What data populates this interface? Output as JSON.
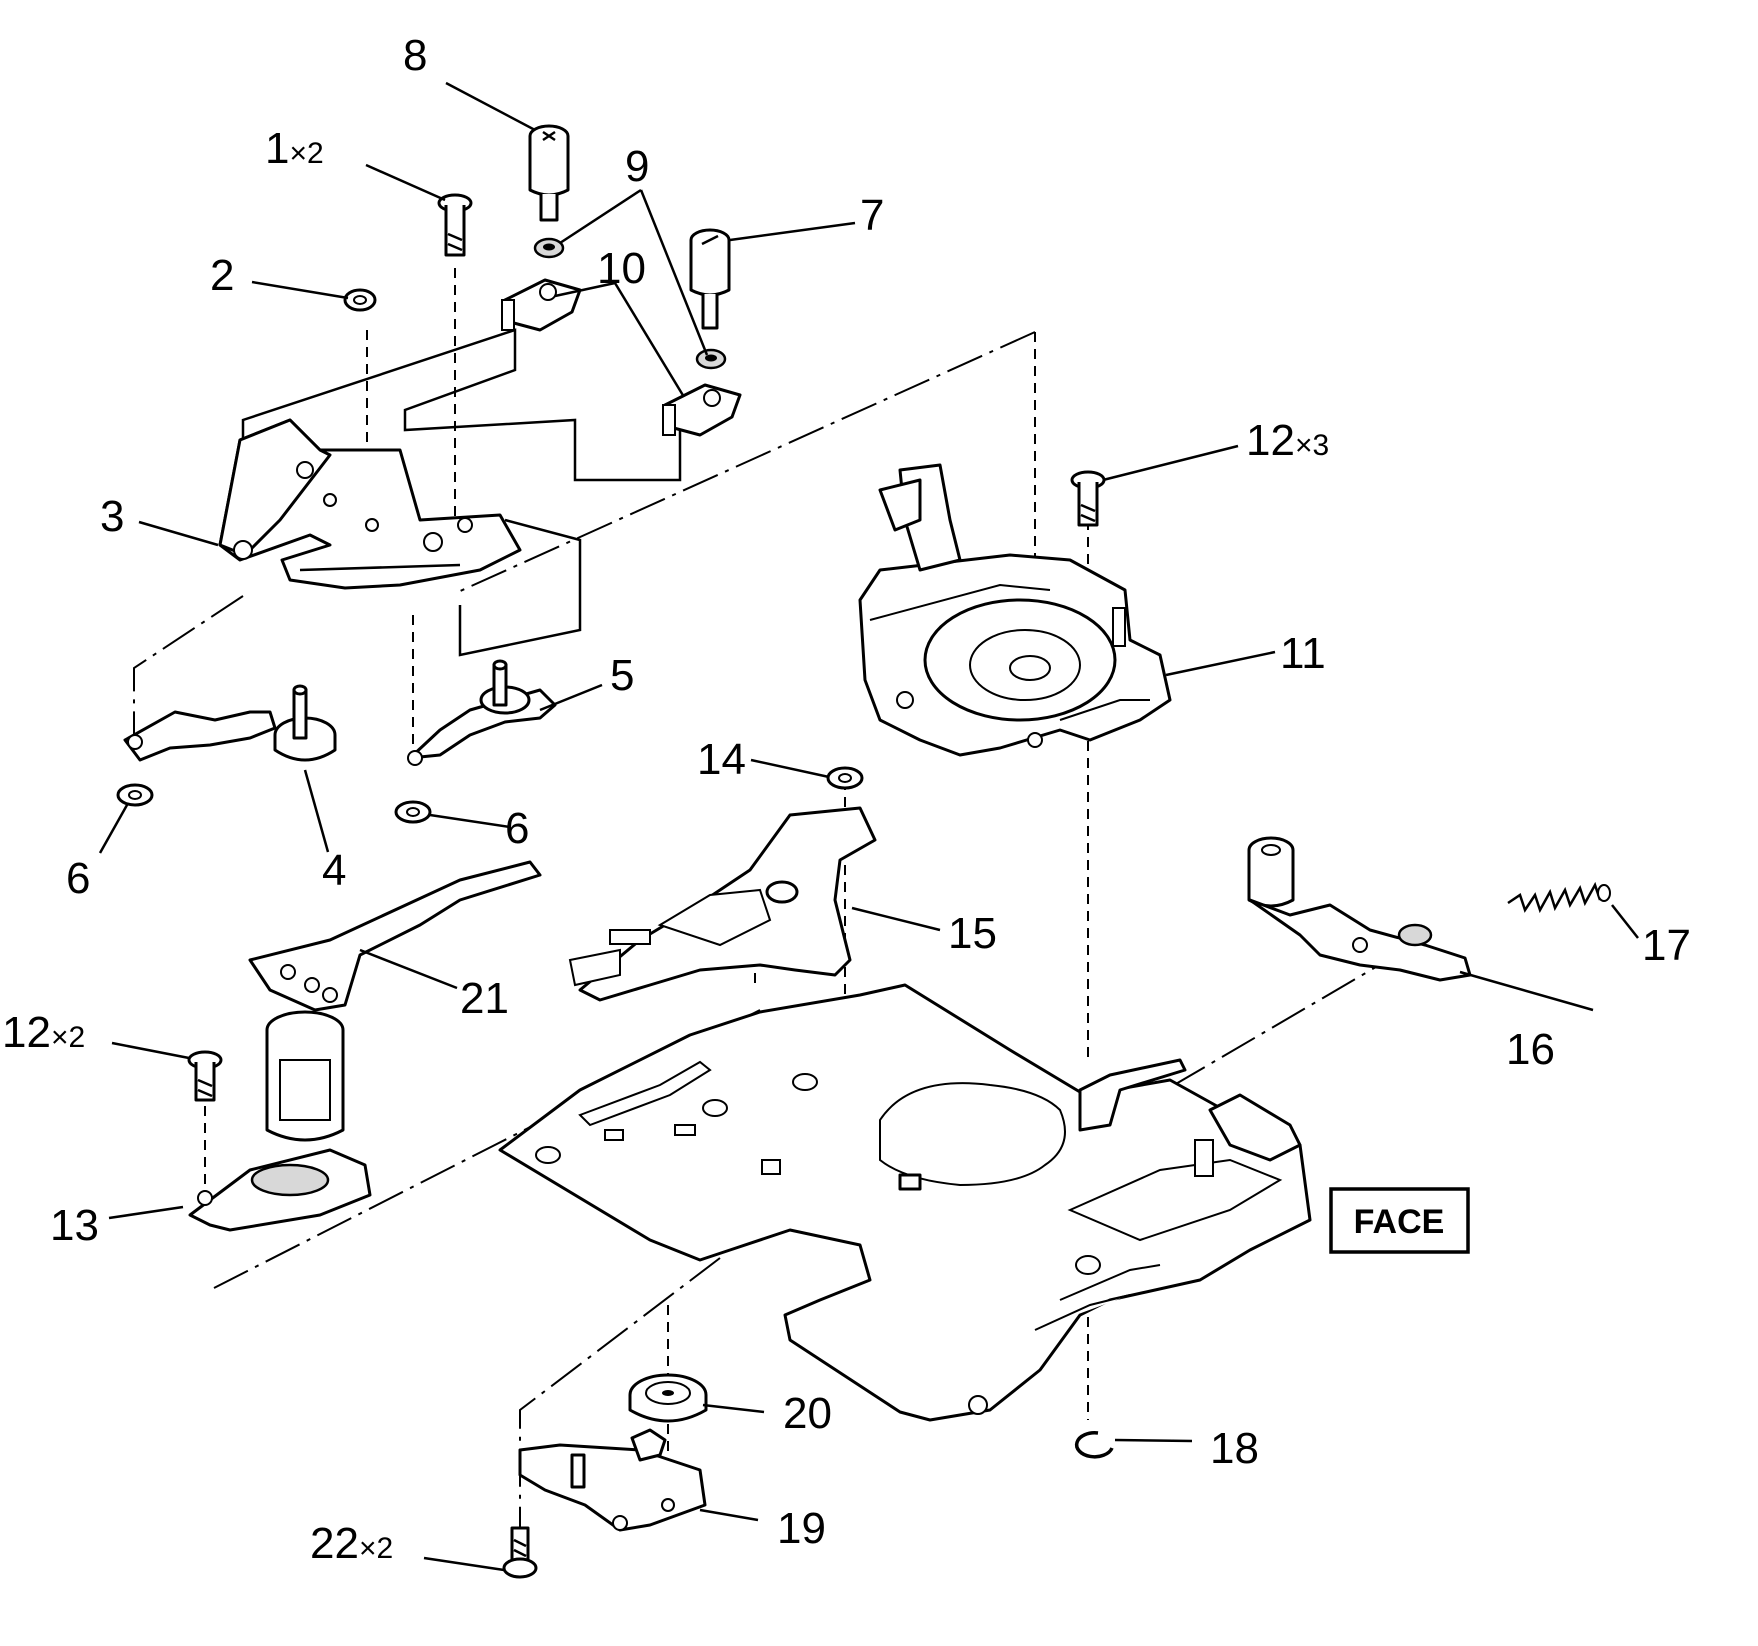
{
  "diagram": {
    "face_label": "FACE",
    "callouts": {
      "c1": "1",
      "c1_qty": "×2",
      "c2": "2",
      "c3": "3",
      "c4": "4",
      "c5": "5",
      "c6a": "6",
      "c6b": "6",
      "c7": "7",
      "c8": "8",
      "c9": "9",
      "c10": "10",
      "c11": "11",
      "c12a": "12",
      "c12a_qty": "×3",
      "c12b": "12",
      "c12b_qty": "×2",
      "c13": "13",
      "c14": "14",
      "c15": "15",
      "c16": "16",
      "c17": "17",
      "c18": "18",
      "c19": "19",
      "c20": "20",
      "c21": "21",
      "c22": "22",
      "c22_qty": "×2"
    }
  }
}
